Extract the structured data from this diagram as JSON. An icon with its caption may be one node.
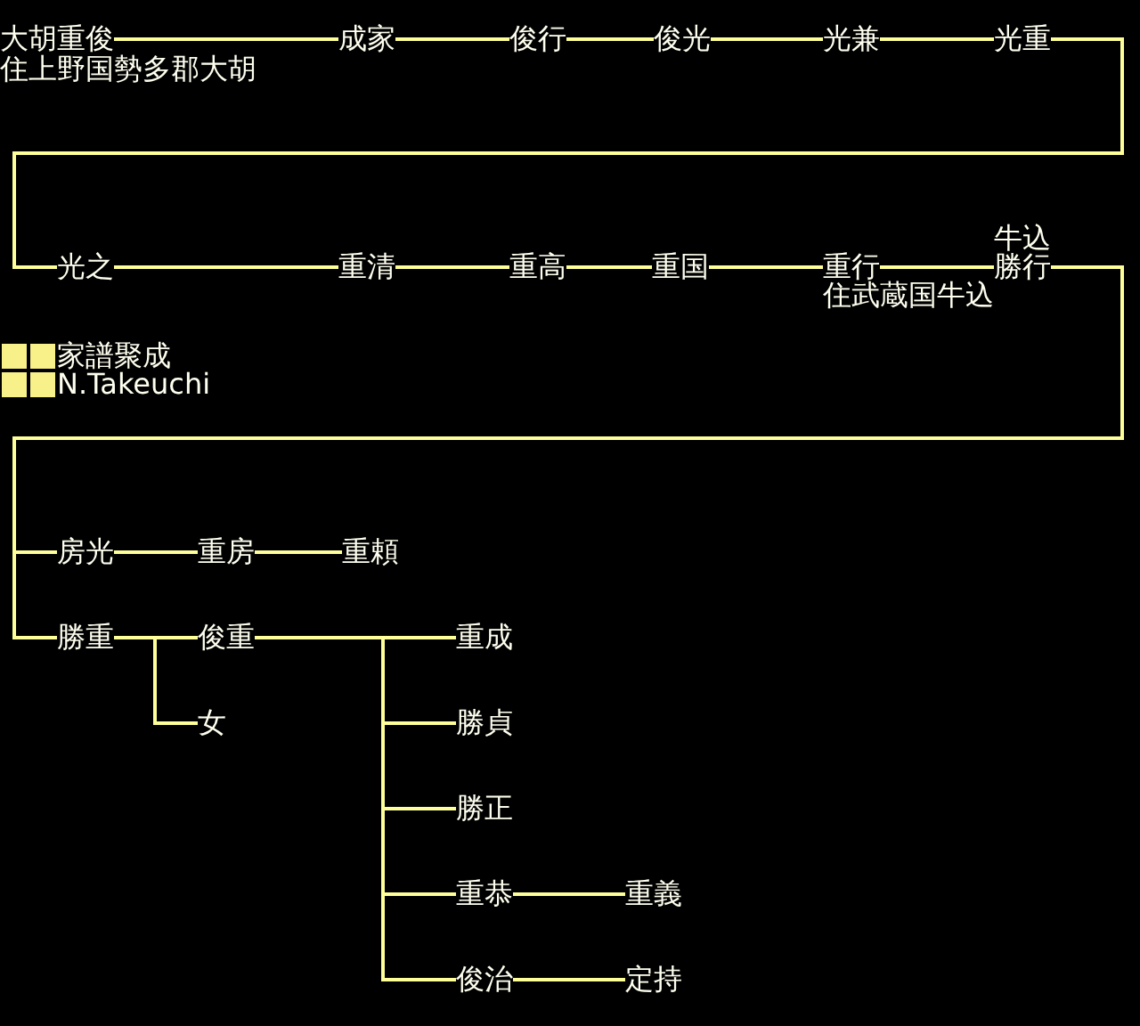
{
  "diagram": {
    "nodes": [
      {
        "text": [
          "大胡重俊"
        ],
        "beside": [
          "住上野国勢多郡大胡"
        ]
      },
      {
        "text": [
          "成家"
        ]
      },
      {
        "text": [
          "俊行"
        ]
      },
      {
        "text": [
          "俊光"
        ]
      },
      {
        "text": [
          "光兼"
        ]
      },
      {
        "text": [
          "光重"
        ]
      },
      {
        "text": [
          "光之"
        ]
      },
      {
        "text": [
          "重清"
        ]
      },
      {
        "text": [
          "重高"
        ]
      },
      {
        "text": [
          "重国"
        ]
      },
      {
        "text": [
          "重行"
        ],
        "beside": [
          "住武蔵国牛込"
        ]
      },
      {
        "text": [
          "勝行"
        ],
        "beside": [
          "牛込"
        ]
      },
      {
        "text": [
          "房光"
        ]
      },
      {
        "text": [
          "重房"
        ]
      },
      {
        "text": [
          "重頼"
        ]
      },
      {
        "text": [
          "勝重"
        ]
      },
      {
        "text": [
          "俊重"
        ]
      },
      {
        "text": [
          "女"
        ]
      },
      {
        "text": [
          "重成"
        ]
      },
      {
        "text": [
          "勝貞"
        ]
      },
      {
        "text": [
          "勝正"
        ]
      },
      {
        "text": [
          "重恭"
        ]
      },
      {
        "text": [
          "重義"
        ]
      },
      {
        "text": [
          "俊治"
        ]
      },
      {
        "text": [
          "定持"
        ]
      }
    ],
    "edges": [
      {
        "from": 0,
        "to": 1,
        "arrow": "none"
      },
      {
        "from": 1,
        "to": 2,
        "arrow": "none"
      },
      {
        "from": 2,
        "to": 3,
        "arrow": "none"
      },
      {
        "from": 3,
        "to": 4,
        "arrow": "none"
      },
      {
        "from": 4,
        "to": 5,
        "arrow": "none"
      },
      {
        "from": 5,
        "to": 6,
        "arrow": "none"
      },
      {
        "from": 6,
        "to": 7,
        "arrow": "none"
      },
      {
        "from": 7,
        "to": 8,
        "arrow": "none"
      },
      {
        "from": 8,
        "to": 9,
        "arrow": "none"
      },
      {
        "from": 9,
        "to": 10,
        "arrow": "none"
      },
      {
        "from": 10,
        "to": 11,
        "arrow": "none"
      },
      {
        "from": 11,
        "to": 12,
        "arrow": "none"
      },
      {
        "from": 11,
        "to": 15,
        "arrow": "none"
      },
      {
        "from": 12,
        "to": 13,
        "arrow": "none"
      },
      {
        "from": 13,
        "to": 14,
        "arrow": "none"
      },
      {
        "from": 15,
        "to": 16,
        "arrow": "none"
      },
      {
        "from": 15,
        "to": 17,
        "arrow": "none"
      },
      {
        "from": 16,
        "to": 18,
        "arrow": "none"
      },
      {
        "from": 16,
        "to": 19,
        "arrow": "none"
      },
      {
        "from": 16,
        "to": 20,
        "arrow": "none"
      },
      {
        "from": 16,
        "to": 21,
        "arrow": "none"
      },
      {
        "from": 16,
        "to": 23,
        "arrow": "none"
      },
      {
        "from": 21,
        "to": 22,
        "arrow": "none"
      },
      {
        "from": 23,
        "to": 24,
        "arrow": "none"
      }
    ],
    "labels": [
      "家譜聚成",
      "N.Takeuchi"
    ]
  }
}
